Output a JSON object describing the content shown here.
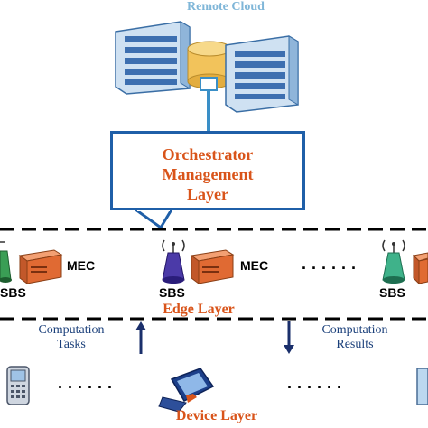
{
  "cloud": {
    "label": "Remote Cloud"
  },
  "orchestrator": {
    "line1": "Orchestrator",
    "line2": "Management",
    "line3": "Layer"
  },
  "edge": {
    "layer_label": "Edge Layer",
    "mec_label": "MEC",
    "sbs_label": "SBS",
    "ellipsis": "......"
  },
  "flows": {
    "tasks_line1": "Computation",
    "tasks_line2": "Tasks",
    "results_line1": "Computation",
    "results_line2": "Results"
  },
  "device": {
    "layer_label": "Device Layer",
    "ellipsis": "......"
  },
  "colors": {
    "accent_orange": "#d9541a",
    "border_blue": "#1f5fa8",
    "arrow_navy": "#1a2f6b"
  }
}
